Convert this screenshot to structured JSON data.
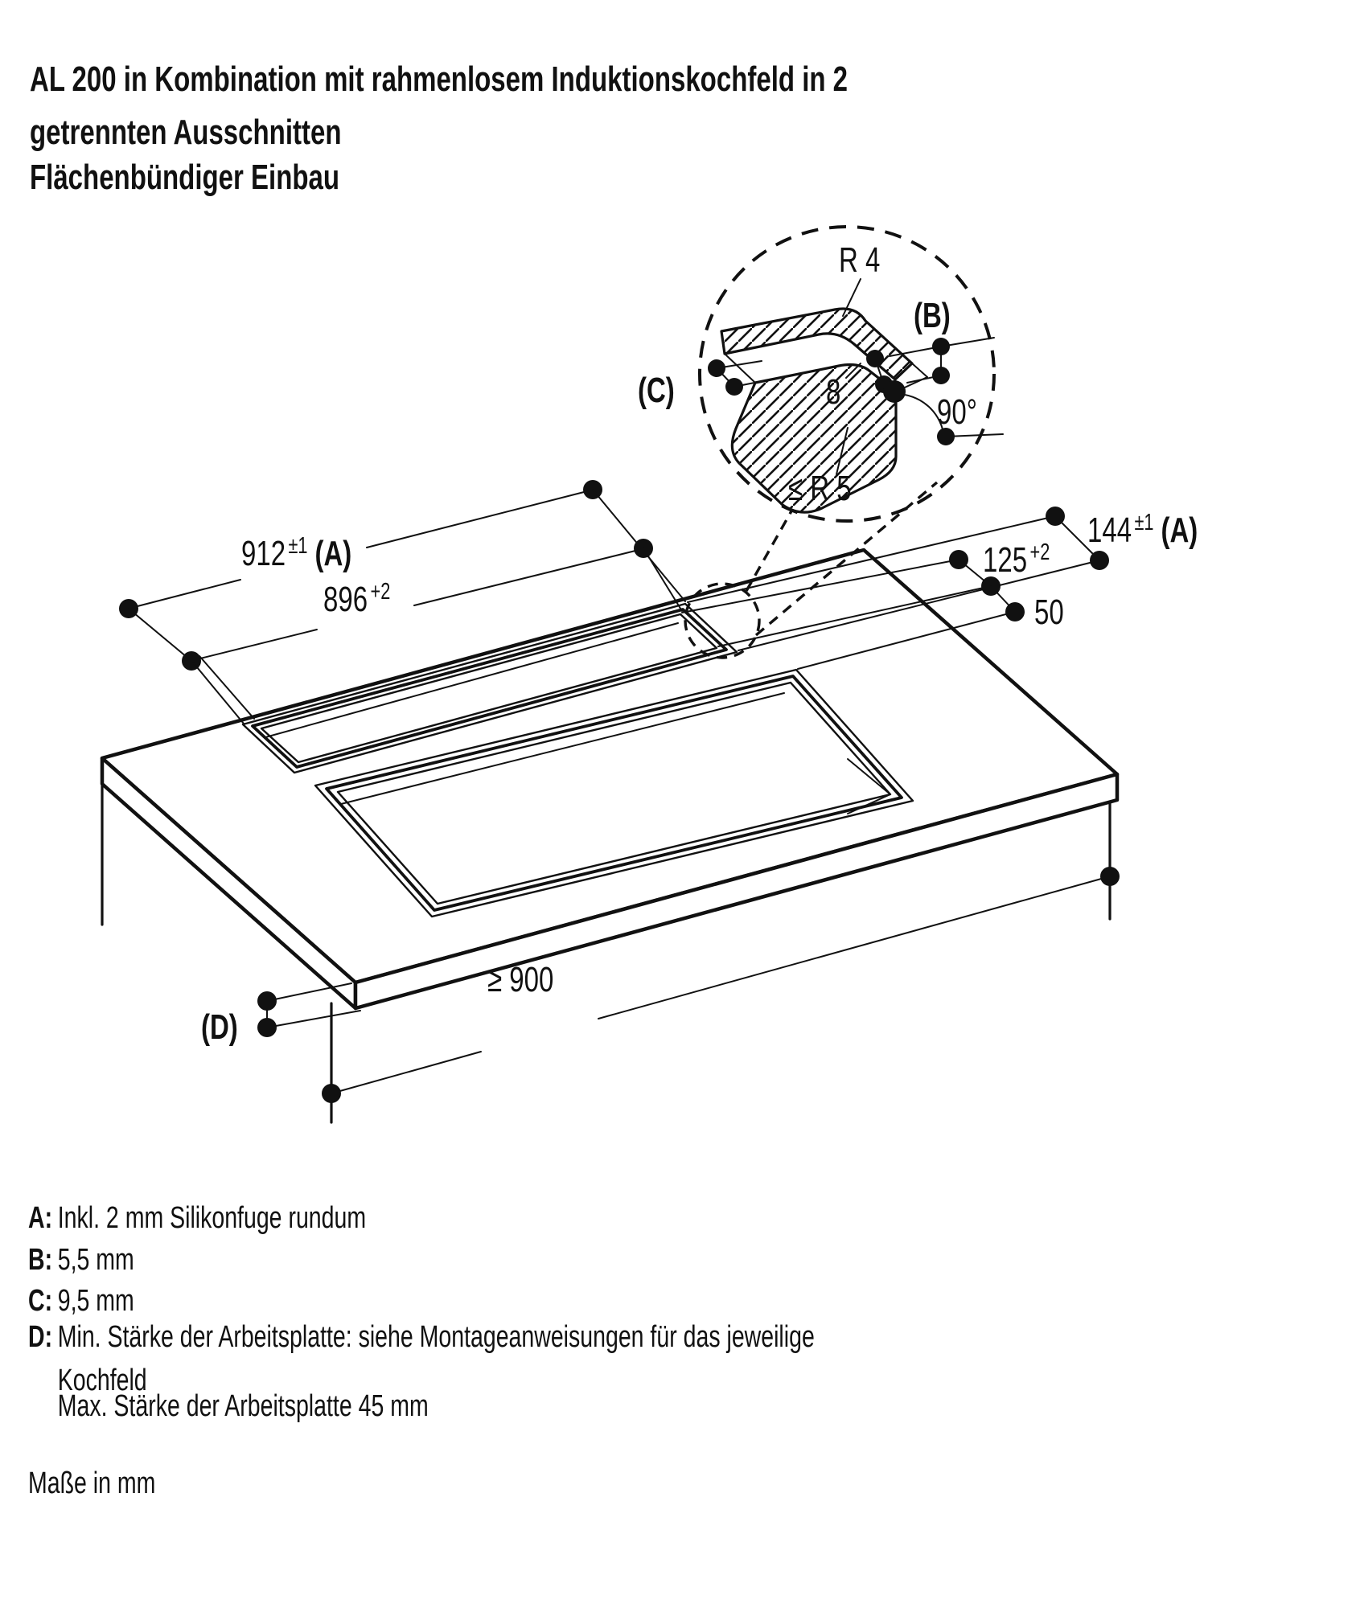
{
  "title": {
    "line1": "AL 200 in Kombination mit rahmenlosem Induktionskochfeld in 2",
    "line2": "getrennten Ausschnitten",
    "line3": "Flächenbündiger Einbau"
  },
  "detail": {
    "radius_top": "R 4",
    "gap_b": "(B)",
    "gap_c": "(C)",
    "depth": "8",
    "angle": "90°",
    "radius_bottom": "≤ R 5"
  },
  "dimensions": {
    "width_appliance": {
      "value": "912",
      "tol": "±1",
      "ref": "(A)"
    },
    "width_cutout": {
      "value": "896",
      "tol": "+2"
    },
    "depth_appliance": {
      "value": "144",
      "tol": "±1",
      "ref": "(A)"
    },
    "depth_cutout": {
      "value": "125",
      "tol": "+2"
    },
    "gap_between_cutouts": {
      "value": "50"
    },
    "cabinet_width": {
      "value": "≥ 900"
    },
    "thickness_ref": {
      "value": "(D)"
    }
  },
  "legend": {
    "items": [
      {
        "key": "A:",
        "text": "Inkl. 2 mm Silikonfuge rundum"
      },
      {
        "key": "B:",
        "text": "5,5 mm"
      },
      {
        "key": "C:",
        "text": "9,5 mm"
      },
      {
        "key": "D:",
        "text": "Min. Stärke der Arbeitsplatte: siehe Montageanweisungen für das jeweilige"
      }
    ],
    "d_continuation": "Kochfeld",
    "d_extra": "Max. Stärke der Arbeitsplatte 45 mm"
  },
  "footer": "Maße in mm",
  "ink_color": "#111111"
}
